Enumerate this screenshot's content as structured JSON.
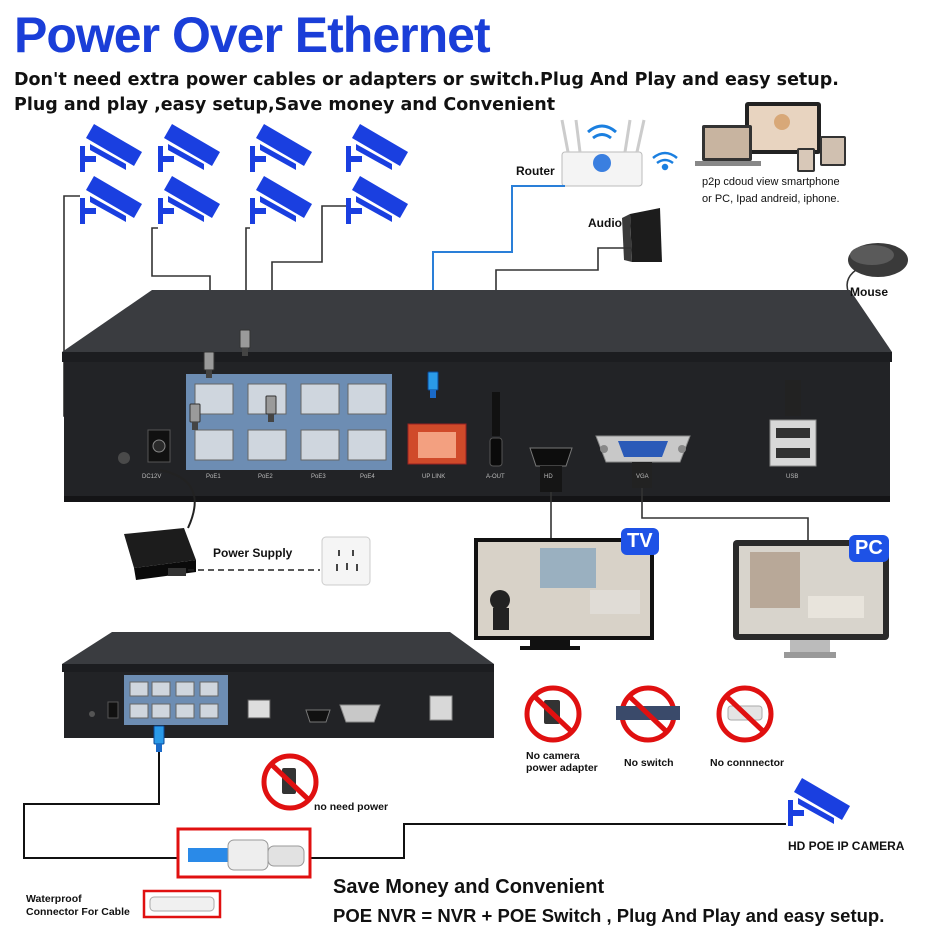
{
  "header": {
    "title": "Power Over Ethernet",
    "subtitle_1": "Don't need extra power cables or adapters or switch.Plug And Play and easy setup.",
    "subtitle_2": "Plug and play ,easy setup,Save money and Convenient"
  },
  "devices": {
    "router": "Router",
    "p2p_text_1": "p2p cdoud view smartphone",
    "p2p_text_2": "or PC, Ipad andreid, iphone.",
    "audio": "Audio",
    "mouse": "Mouse",
    "power_supply": "Power Supply",
    "tv": "TV",
    "pc": "PC"
  },
  "nvr_ports": {
    "dc": "DC12V",
    "poe_1": "PoE1",
    "poe_2": "PoE2",
    "poe_3": "PoE3",
    "poe_4": "PoE4",
    "uplink": "UP LINK",
    "aout": "A-OUT",
    "hdmi": "HD",
    "vga": "VGA",
    "usb": "USB"
  },
  "no_items": {
    "adapter_1": "No camera",
    "adapter_2": "power adapter",
    "switch": "No switch",
    "connector": "No connnector"
  },
  "bottom": {
    "no_need_power": "no need power",
    "camera_label": "HD POE IP CAMERA",
    "waterproof_1": "Waterproof",
    "waterproof_2": "Connector For Cable",
    "headline": "Save Money and Convenient",
    "equation": "POE NVR = NVR + POE Switch , Plug And Play and easy setup."
  },
  "colors": {
    "title_blue": "#1a3ed8",
    "camera_blue": "#1a3fe0",
    "tag_blue": "#1e52e6",
    "prohibit_red": "#e01010",
    "cable_blue": "#2a7fd8"
  }
}
